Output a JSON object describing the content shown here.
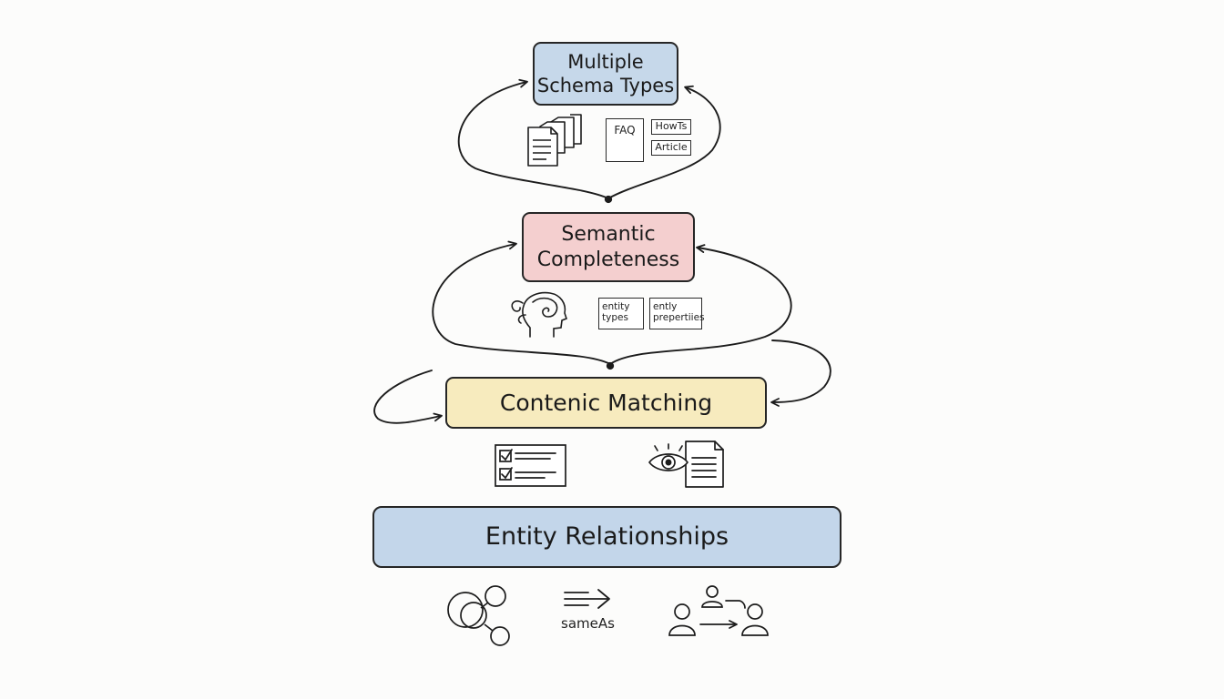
{
  "boxes": {
    "schema": {
      "label": "Multiple\nSchema Types",
      "color": "#c6d8ea"
    },
    "semantic": {
      "label": "Semantic\nCompleteness",
      "color": "#f4cfcf"
    },
    "matching": {
      "label": "Contenic Matching",
      "color": "#f7ebbe"
    },
    "entity": {
      "label": "Entity Relationships",
      "color": "#c3d6ea"
    }
  },
  "schema_tags": {
    "faq": "FAQ",
    "howto": "HowTs",
    "article": "Article"
  },
  "semantic_tags": {
    "entity_types": "entity\ntypes",
    "entity_props": "ently\nprepertiies"
  },
  "relationship_label": "sameAs",
  "icons": [
    "documents-stack-icon",
    "brain-head-icon",
    "checklist-icon",
    "eye-document-icon",
    "linked-circles-icon",
    "arrow-right-icon",
    "user-network-icon"
  ]
}
